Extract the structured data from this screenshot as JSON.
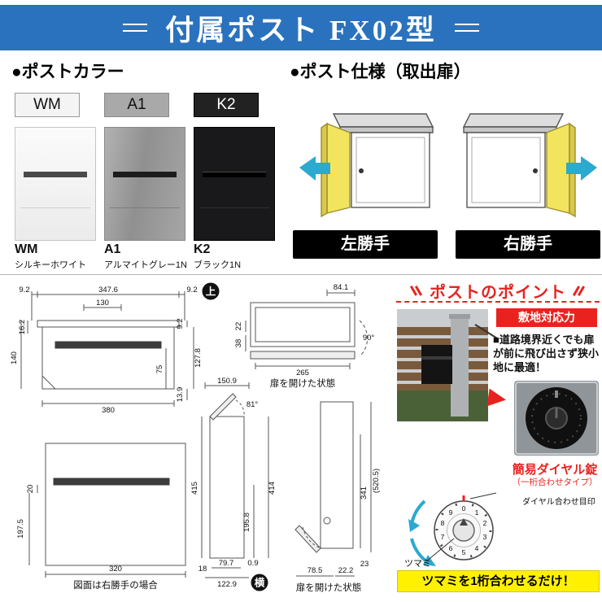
{
  "palette": {
    "header_blue": "#2a72bd",
    "accent_red": "#e8231f",
    "arrow_cyan": "#2ba9cf",
    "highlight_yellow": "#fff100",
    "label_black": "#111111"
  },
  "header": {
    "title": "付属ポスト FX02型"
  },
  "color_section": {
    "title": "●ポストカラー",
    "swatches": [
      {
        "code": "WM",
        "name": "シルキーホワイト"
      },
      {
        "code": "A1",
        "name": "アルマイトグレー1N"
      },
      {
        "code": "K2",
        "name": "ブラック1N"
      }
    ]
  },
  "spec_section": {
    "title": "●ポスト仕様（取出扉）",
    "options": [
      {
        "label": "左勝手"
      },
      {
        "label": "右勝手"
      }
    ]
  },
  "drawings": {
    "top_badge": "上",
    "side_badge": "横",
    "top_view_caption": "扉を開けた状態",
    "side_view_caption": "扉を開けた状態",
    "front_view_caption": "図面は右勝手の場合",
    "front_top_view": {
      "w_total": "347.6",
      "w_left_edge": "9.2",
      "w_right_edge": "9.2",
      "w_inner": "130",
      "h_top": "16.2",
      "h_left": "140",
      "h_side_top": "9.2",
      "h_side": "127.8",
      "h_inner": "75",
      "h_bottom": "13.9",
      "w_base": "380"
    },
    "top_view": {
      "d_depth": "84.1",
      "d_door": "22",
      "d_gap": "38",
      "angle": "90°",
      "w_open": "265"
    },
    "front_view": {
      "h_slot": "20",
      "h_lower": "197.5",
      "w_base": "320"
    },
    "side_view": {
      "w_top": "150.9",
      "angle": "81°",
      "h_total": "415",
      "h_door": "414",
      "h_lower": "195.8",
      "w_base_inner": "79.7",
      "w_base": "122.9",
      "w_left": "18",
      "w_right": "0.9",
      "h_open_total": "(520.5)",
      "h_open_door": "341",
      "h_foot": "23",
      "w_open_left": "78.5",
      "w_open_right": "22.2"
    }
  },
  "points_panel": {
    "title": "ポストのポイント",
    "feature_badge": "敷地対応力",
    "feature_text": "■道路境界近くでも扉が前に飛び出さず狭小地に最適！",
    "lock_title": "簡易ダイヤル錠",
    "lock_subtitle": "（一桁合わせタイプ）",
    "dial_mark_label": "ダイヤル合わせ目印",
    "knob_label": "ツマミ",
    "note": "ツマミを1桁合わせるだけ！",
    "dial_numbers": [
      "0",
      "1",
      "2",
      "3",
      "4",
      "5",
      "6",
      "7",
      "8",
      "9"
    ]
  }
}
